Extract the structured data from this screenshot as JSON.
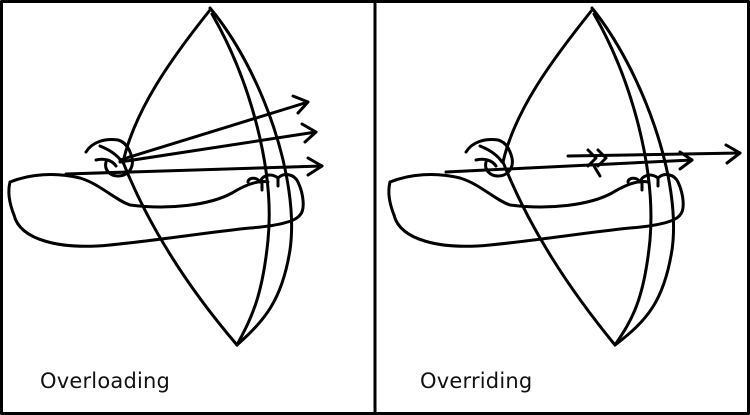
{
  "panels": [
    {
      "id": "left",
      "caption": "Overloading"
    },
    {
      "id": "right",
      "caption": "Overriding"
    }
  ],
  "colors": {
    "ink": "#000000",
    "background": "#ffffff"
  }
}
